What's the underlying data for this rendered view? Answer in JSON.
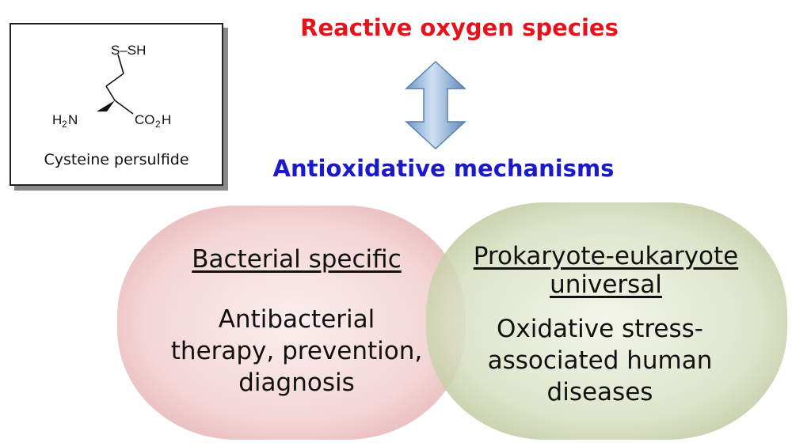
{
  "structure": {
    "atoms": {
      "s_sh": "S–SH",
      "h2n_h": "H",
      "h2n_2": "2",
      "h2n_n": "N",
      "co2h_co": "CO",
      "co2h_2": "2",
      "co2h_h": "H"
    },
    "caption": "Cysteine persulfide"
  },
  "diagram": {
    "top_label": "Reactive oxygen species",
    "bottom_label": "Antioxidative mechanisms",
    "colors": {
      "top_label": "#e8121b",
      "bottom_label": "#1a1acc",
      "arrow": "#8fb4dc",
      "left_blob": "#f1c9c8",
      "right_blob": "#c9d3ad"
    }
  },
  "left_circle": {
    "heading": "Bacterial specific",
    "lines": [
      "Antibacterial",
      "therapy, prevention,",
      "diagnosis"
    ]
  },
  "right_circle": {
    "heading_lines": [
      "Prokaryote-eukaryote",
      "universal"
    ],
    "lines": [
      "Oxidative stress-",
      "associated human",
      "diseases"
    ]
  }
}
